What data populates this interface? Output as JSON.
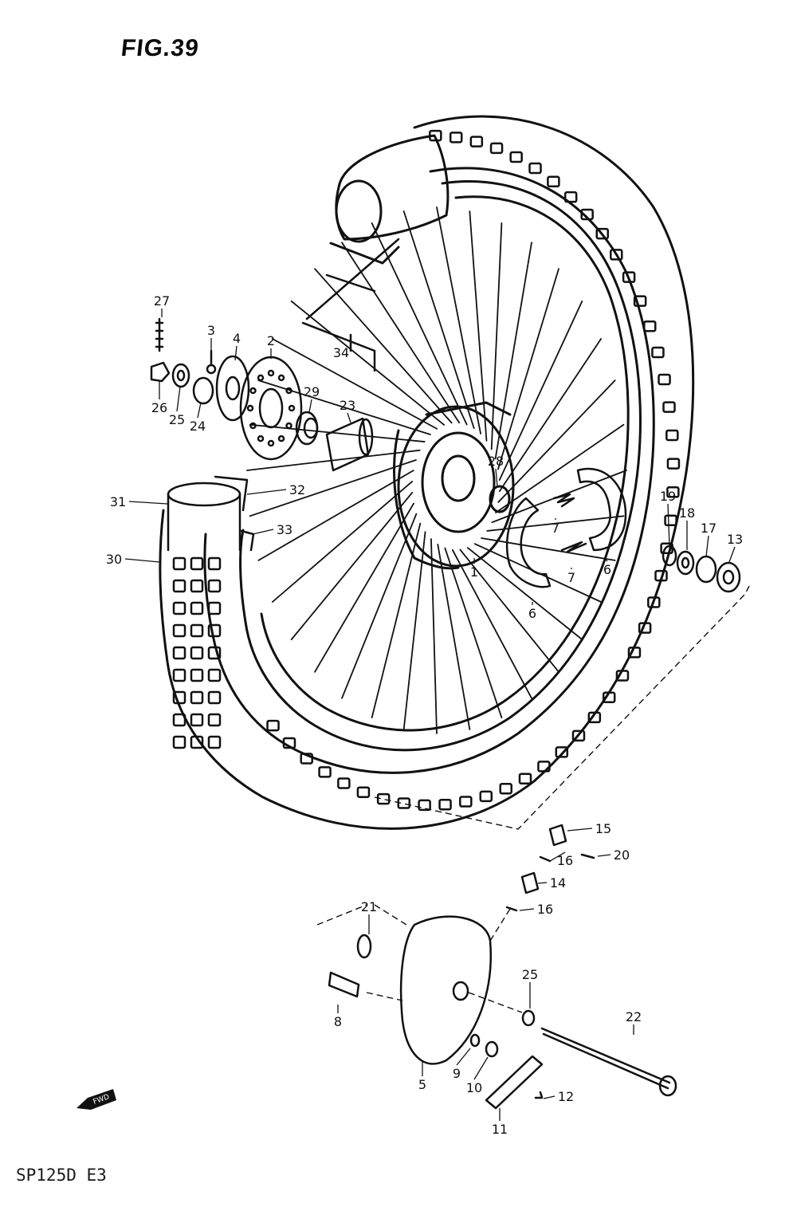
{
  "figure": {
    "title": "FIG.39",
    "model": "SP125D  E3",
    "fwd_label": "FWD"
  },
  "callouts": {
    "c1": "1",
    "c2": "2",
    "c3": "3",
    "c4": "4",
    "c5": "5",
    "c6a": "6",
    "c6b": "6",
    "c7a": "7",
    "c7b": "7",
    "c8": "8",
    "c9": "9",
    "c10": "10",
    "c11": "11",
    "c12": "12",
    "c13": "13",
    "c14": "14",
    "c15": "15",
    "c16a": "16",
    "c16b": "16",
    "c17": "17",
    "c18": "18",
    "c19": "19",
    "c20": "20",
    "c21": "21",
    "c22": "22",
    "c23": "23",
    "c24": "24",
    "c25a": "25",
    "c25b": "25",
    "c26": "26",
    "c27": "27",
    "c28": "28",
    "c29": "29",
    "c30": "30",
    "c31": "31",
    "c32": "32",
    "c33": "33",
    "c34": "34"
  },
  "colors": {
    "ink": "#111111",
    "paper": "#ffffff"
  }
}
